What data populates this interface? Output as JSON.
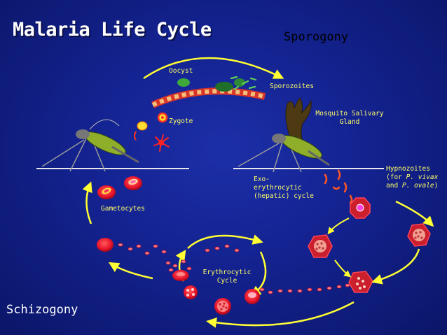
{
  "title": "Malaria Life Cycle",
  "labels": {
    "sporogony": "Sporogony",
    "schizogony": "Schizogony",
    "oocyst": "Oocyst",
    "sporozoites": "Sporozoites",
    "zygote": "Zygote",
    "mosquito_gland_line1": "Mosquito Salivary",
    "mosquito_gland_line2": "Gland",
    "exo_line1": "Exo-",
    "exo_line2": "erythrocytic",
    "exo_line3": "(hepatic) cycle",
    "hypnozoites_line1": "Hypnozoites",
    "hypnozoites_for": "(for ",
    "hypnozoites_pvivax": "P. vivax",
    "hypnozoites_and": "and ",
    "hypnozoites_povale": "P. ovale",
    "hypnozoites_close": ")",
    "gametocytes": "Gametocytes",
    "erythrocytic_line1": "Erythrocytic",
    "erythrocytic_line2": "Cycle"
  },
  "colors": {
    "background": "#13228f",
    "arrow": "#ffff33",
    "rbc": "#e8142c",
    "liver": "#cc1f2e",
    "mosquito_body": "#8fae2a",
    "gland": "#4d3a12",
    "sporogony_text": "#000000"
  },
  "icons": [
    "mosquito-icon",
    "oocyst-icon",
    "salivary-gland-icon",
    "red-blood-cell-icon",
    "hepatocyte-icon"
  ]
}
